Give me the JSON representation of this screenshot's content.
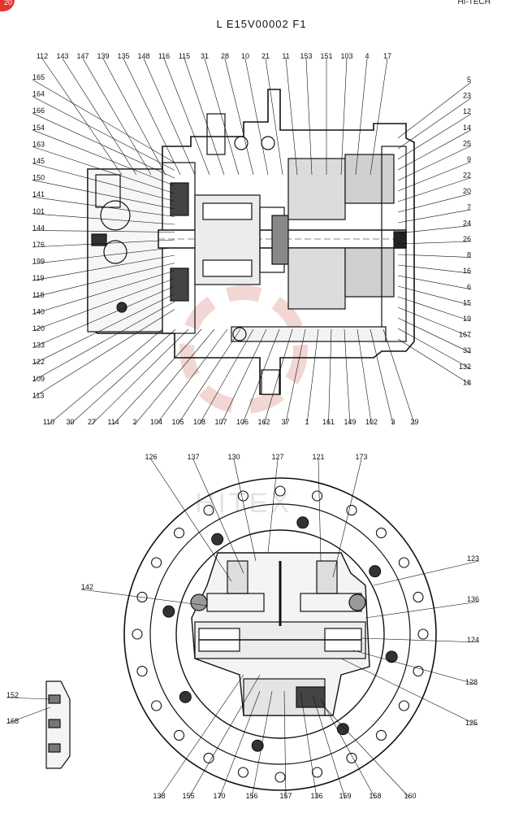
{
  "header": {
    "badge_text": "20",
    "corner_note": "HI-TECH",
    "drawing_title": "L E15V00002 F1"
  },
  "watermark": {
    "text": "HITEX",
    "color": "#e8b4b0"
  },
  "top_view": {
    "labels_top": [
      "112",
      "143",
      "147",
      "139",
      "135",
      "148",
      "116",
      "115",
      "31",
      "28",
      "10",
      "21",
      "11",
      "153",
      "151",
      "103",
      "4",
      "17"
    ],
    "labels_left": [
      "165",
      "164",
      "166",
      "154",
      "163",
      "145",
      "150",
      "141",
      "101",
      "144",
      "176",
      "199",
      "119",
      "118",
      "140",
      "120",
      "133",
      "122",
      "109",
      "113"
    ],
    "labels_right": [
      "5",
      "23",
      "12",
      "14",
      "25",
      "9",
      "22",
      "20",
      "7",
      "24",
      "26",
      "8",
      "16",
      "6",
      "15",
      "19",
      "167",
      "33",
      "132",
      "18"
    ],
    "labels_bottom": [
      "110",
      "30",
      "27",
      "114",
      "2",
      "104",
      "105",
      "108",
      "107",
      "106",
      "162",
      "37",
      "1",
      "161",
      "149",
      "102",
      "3",
      "29"
    ]
  },
  "bottom_view": {
    "labels_top": [
      "126",
      "137",
      "130",
      "127",
      "121",
      "173"
    ],
    "labels_left": [
      "142"
    ],
    "labels_right": [
      "123",
      "136",
      "124",
      "128",
      "125"
    ],
    "labels_bottom": [
      "138",
      "155",
      "170",
      "156",
      "157",
      "136",
      "159",
      "158",
      "160"
    ],
    "side_detail_labels": [
      "152",
      "168"
    ]
  }
}
